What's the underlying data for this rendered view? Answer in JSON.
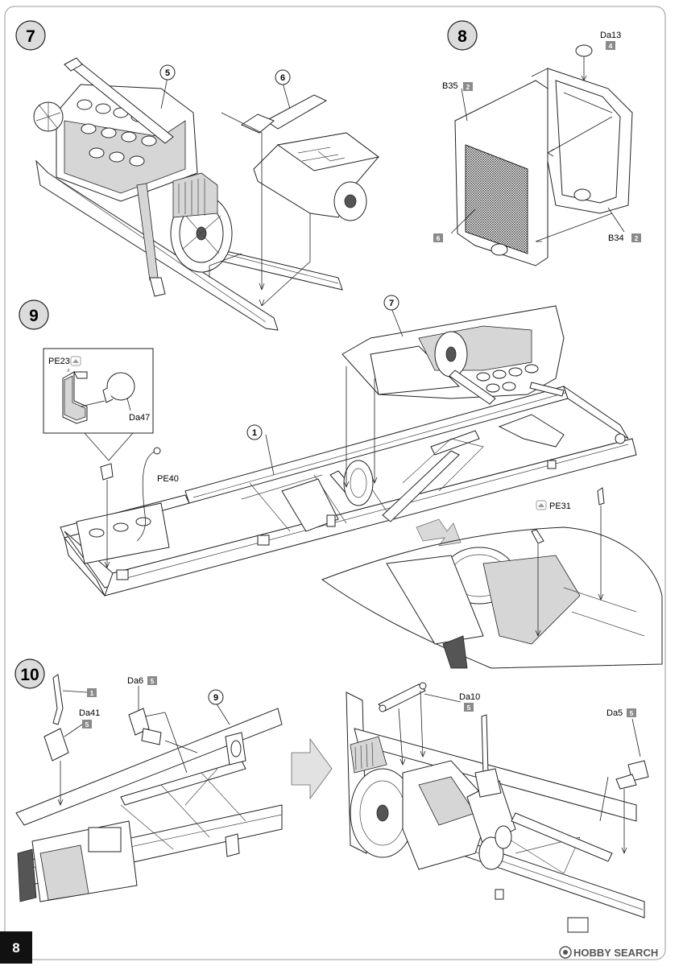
{
  "page_number": "8",
  "watermark": "HOBBY SEARCH",
  "colors": {
    "badge": "#8a8a8a",
    "circle": "#dcdcdc",
    "page_tab": "#111111"
  },
  "steps": [
    {
      "number": "7",
      "callouts": [
        "5",
        "6"
      ]
    },
    {
      "number": "8",
      "parts": [
        {
          "code": "Da13",
          "sprue": "4"
        },
        {
          "code": "B35",
          "sprue": "2"
        },
        {
          "code": "B34",
          "sprue": "2"
        },
        {
          "code": "",
          "sprue": "6"
        }
      ]
    },
    {
      "number": "9",
      "callouts": [
        "7",
        "1"
      ],
      "parts": [
        {
          "code": "PE23",
          "icon": "pe-icon"
        },
        {
          "code": "Da47"
        },
        {
          "code": "PE40"
        },
        {
          "code": "PE31",
          "icon": "pe-icon"
        }
      ]
    },
    {
      "number": "10",
      "callouts": [
        "9"
      ],
      "parts": [
        {
          "code": "",
          "sprue": "1"
        },
        {
          "code": "Da41",
          "sprue": "5"
        },
        {
          "code": "Da6",
          "sprue": "5"
        },
        {
          "code": "Da10",
          "sprue": "5"
        },
        {
          "code": "Da5",
          "sprue": "5"
        }
      ]
    }
  ]
}
